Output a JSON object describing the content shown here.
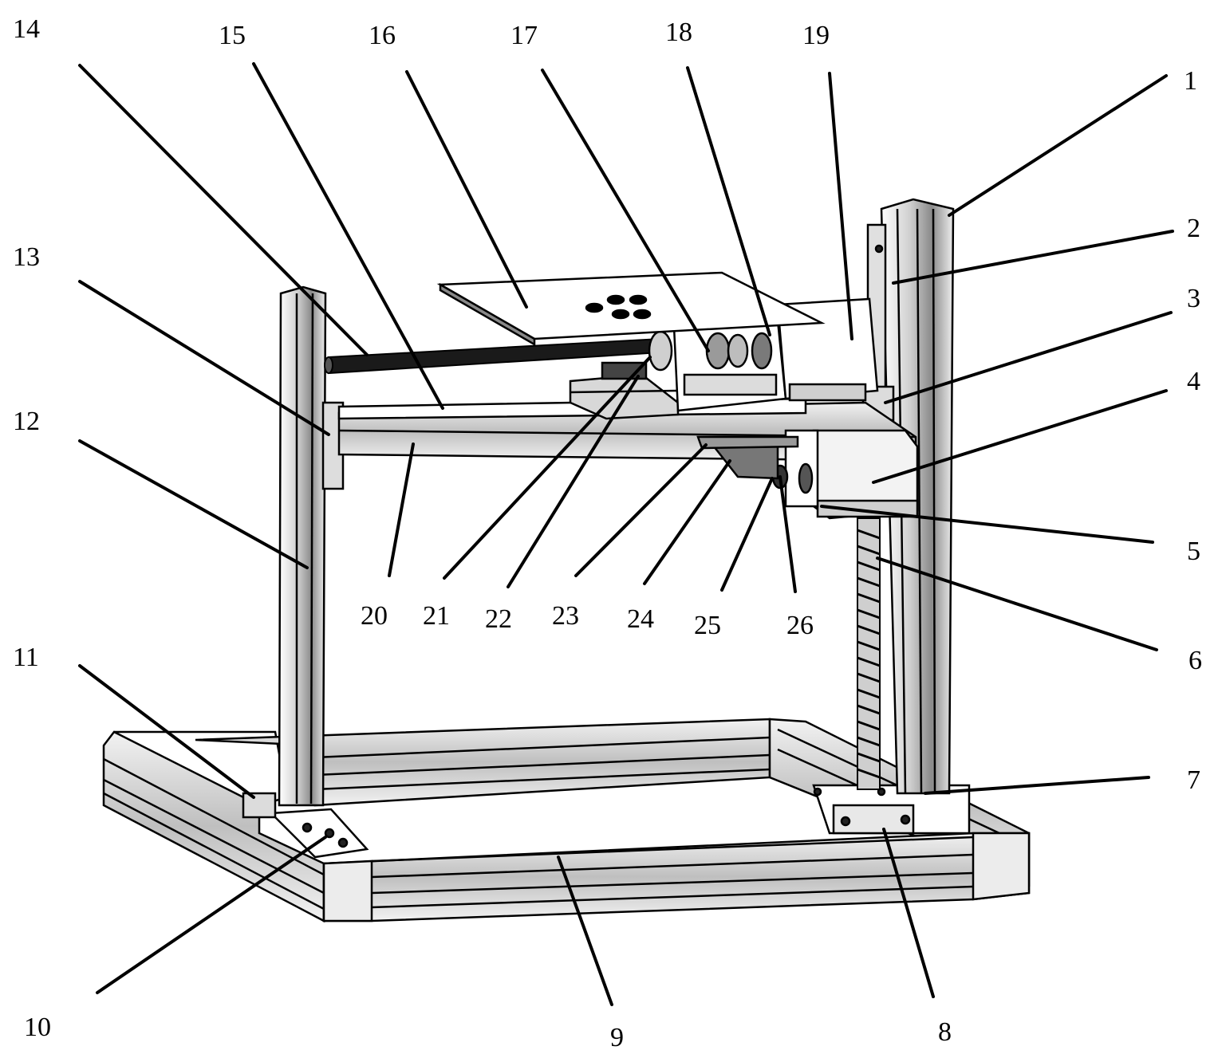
{
  "figure": {
    "colors": {
      "ink": "#000000",
      "metal_light": "#e6e6e6",
      "metal_mid": "#bdbdbd",
      "metal_dark": "#6e6e6e",
      "background": "#ffffff"
    },
    "callouts": [
      {
        "id": "c1",
        "label": "1"
      },
      {
        "id": "c2",
        "label": "2"
      },
      {
        "id": "c3",
        "label": "3"
      },
      {
        "id": "c4",
        "label": "4"
      },
      {
        "id": "c5",
        "label": "5"
      },
      {
        "id": "c6",
        "label": "6"
      },
      {
        "id": "c7",
        "label": "7"
      },
      {
        "id": "c8",
        "label": "8"
      },
      {
        "id": "c9",
        "label": "9"
      },
      {
        "id": "c10",
        "label": "10"
      },
      {
        "id": "c11",
        "label": "11"
      },
      {
        "id": "c12",
        "label": "12"
      },
      {
        "id": "c13",
        "label": "13"
      },
      {
        "id": "c14",
        "label": "14"
      },
      {
        "id": "c15",
        "label": "15"
      },
      {
        "id": "c16",
        "label": "16"
      },
      {
        "id": "c17",
        "label": "17"
      },
      {
        "id": "c18",
        "label": "18"
      },
      {
        "id": "c19",
        "label": "19"
      },
      {
        "id": "c20",
        "label": "20"
      },
      {
        "id": "c21",
        "label": "21"
      },
      {
        "id": "c22",
        "label": "22"
      },
      {
        "id": "c23",
        "label": "23"
      },
      {
        "id": "c24",
        "label": "24"
      },
      {
        "id": "c25",
        "label": "25"
      },
      {
        "id": "c26",
        "label": "26"
      }
    ]
  }
}
